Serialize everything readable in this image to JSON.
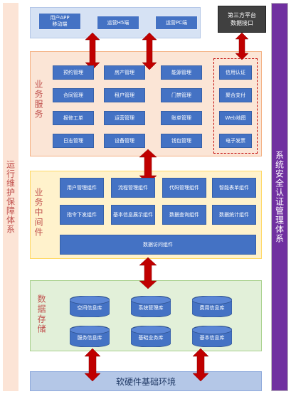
{
  "left_bar": "运行维护保障体系",
  "right_bar": "系统安全认证管理体系",
  "channels": [
    {
      "label": "用户APP\n移动端"
    },
    {
      "label": "运营H5端"
    },
    {
      "label": "运营PC端"
    }
  ],
  "third_party": "第三方平台\n数据接口",
  "business_services": {
    "title": "业务服务",
    "columns": [
      [
        "预约管理",
        "合同管理",
        "报修工单",
        "日志管理"
      ],
      [
        "房产管理",
        "租户管理",
        "运营管理",
        "设备管理"
      ],
      [
        "能源管理",
        "门禁管理",
        "账单管理",
        "钱包管理"
      ]
    ],
    "external": [
      "信用认证",
      "聚合支付",
      "Web地图",
      "电子发票"
    ]
  },
  "middleware": {
    "title": "业务中间件",
    "rows": [
      [
        "用户管理组件",
        "流程管理组件",
        "代码管理组件",
        "智能表单组件"
      ],
      [
        "指令下发组件",
        "基本信息展示组件",
        "数据查询组件",
        "数据统计组件"
      ]
    ],
    "data_access": "数据访问组件"
  },
  "data_storage": {
    "title": "数据存储",
    "databases": [
      "空间信息库",
      "系统管理库",
      "费用信息库",
      "服务信息库",
      "基础业务库",
      "基本信息库"
    ]
  },
  "foundation": "软硬件基础环境",
  "colors": {
    "left_bar": "#fce4d6",
    "right_bar": "#7030a0",
    "section_orange": "#fbe5d6",
    "section_yellow": "#fff2cc",
    "section_green": "#e2f0d9",
    "block_blue": "#4472c4",
    "arrow_red": "#c00000",
    "top_band": "#d6e2f4",
    "third_party": "#404040"
  }
}
